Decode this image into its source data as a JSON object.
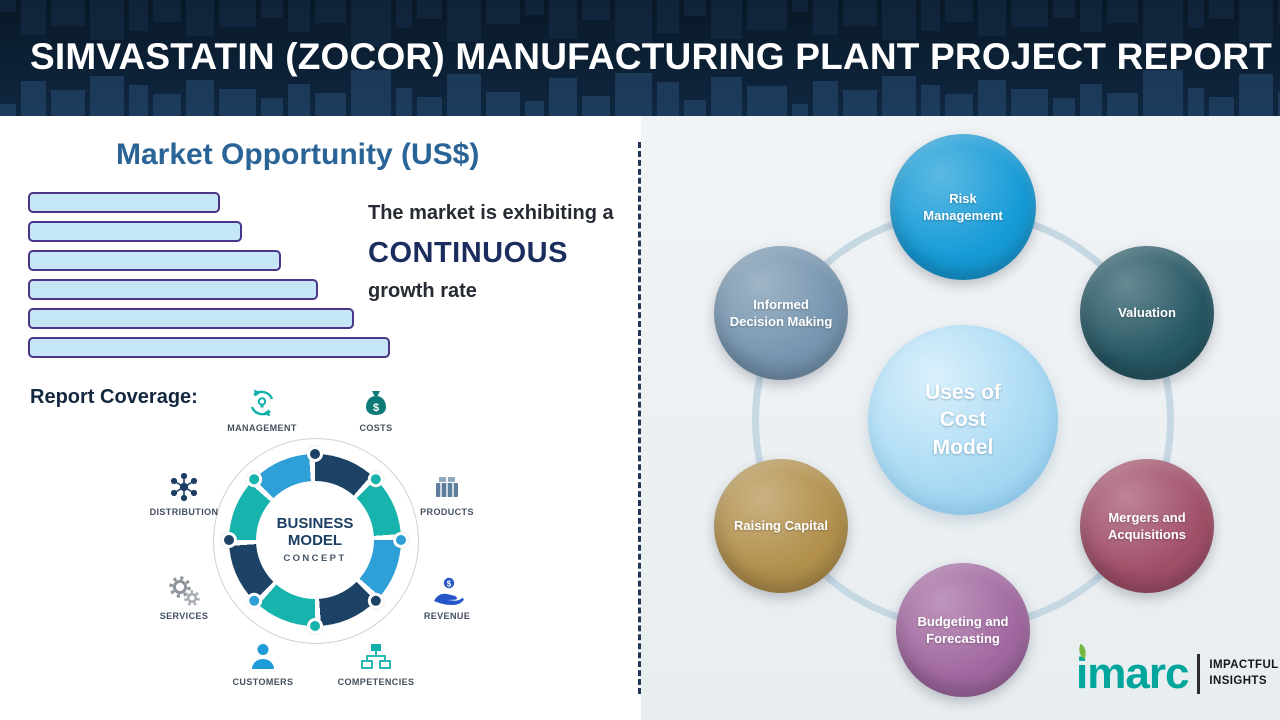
{
  "header": {
    "title": "SIMVASTATIN (ZOCOR) MANUFACTURING PLANT PROJECT REPORT"
  },
  "left_panel": {
    "section_title": "Market Opportunity (US$)",
    "growth": {
      "line1": "The market is exhibiting a",
      "emphasis": "CONTINUOUS",
      "line2": "growth rate"
    },
    "report_coverage_label": "Report Coverage:",
    "business_model": {
      "center_line1": "BUSINESS",
      "center_line2": "MODEL",
      "center_line3": "CONCEPT",
      "items": [
        {
          "label": "MANAGEMENT",
          "icon": "management-cycle-icon"
        },
        {
          "label": "COSTS",
          "icon": "money-bag-icon"
        },
        {
          "label": "DISTRIBUTION",
          "icon": "network-icon"
        },
        {
          "label": "PRODUCTS",
          "icon": "crate-icon"
        },
        {
          "label": "SERVICES",
          "icon": "gears-icon"
        },
        {
          "label": "REVENUE",
          "icon": "hand-coin-icon"
        },
        {
          "label": "CUSTOMERS",
          "icon": "person-icon"
        },
        {
          "label": "COMPETENCIES",
          "icon": "org-chart-icon"
        }
      ]
    }
  },
  "chart_data": {
    "type": "bar",
    "orientation": "horizontal",
    "title": "Market Opportunity (US$)",
    "categories": [
      "",
      "",
      "",
      "",
      "",
      ""
    ],
    "values": [
      53,
      59,
      70,
      80,
      90,
      100
    ],
    "value_note": "bars carry no axis or data labels; values are relative lengths as % of the longest bar, estimated from pixels",
    "bar_fill": "#c5e6f6",
    "bar_border": "#4a3588",
    "annotation": "The market is exhibiting a CONTINUOUS growth rate"
  },
  "right_panel": {
    "center_label": "Uses of Cost Model",
    "nodes": [
      {
        "label": "Risk Management",
        "color": "#169bd7"
      },
      {
        "label": "Valuation",
        "color": "#265764"
      },
      {
        "label": "Mergers and Acquisitions",
        "color": "#a14f68"
      },
      {
        "label": "Budgeting and Forecasting",
        "color": "#a168a0"
      },
      {
        "label": "Raising Capital",
        "color": "#b2904c"
      },
      {
        "label": "Informed Decision Making",
        "color": "#7695af"
      }
    ]
  },
  "brand": {
    "logo_text": "imarc",
    "logo_color": "#00a59b",
    "tagline_line1": "IMPACTFUL",
    "tagline_line2": "INSIGHTS"
  }
}
